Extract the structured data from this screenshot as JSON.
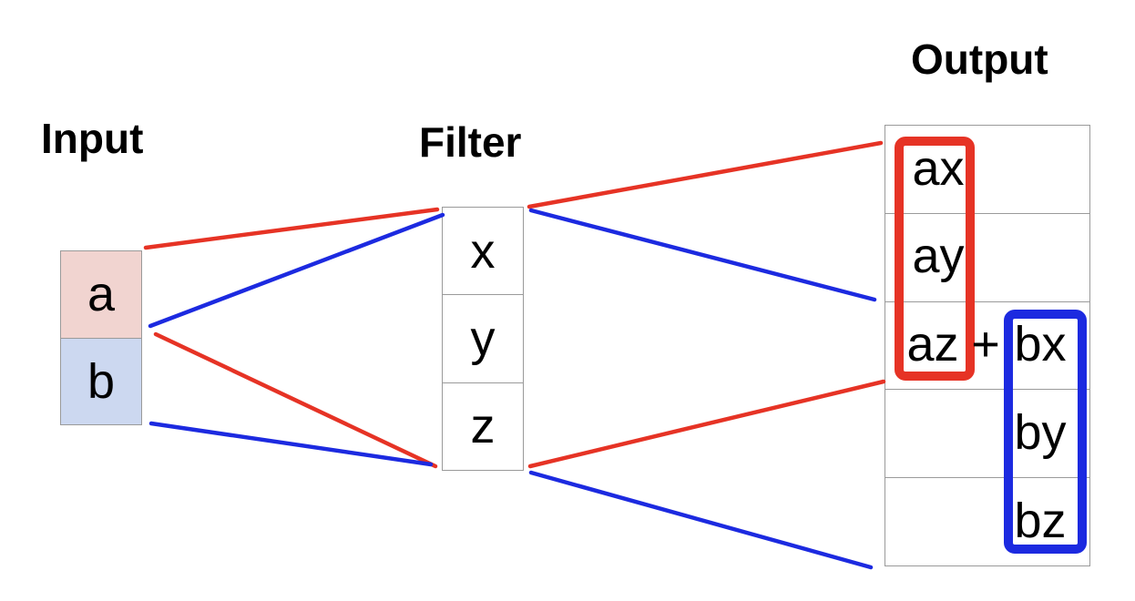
{
  "titles": {
    "input": "Input",
    "filter": "Filter",
    "output": "Output"
  },
  "input": {
    "cells": [
      {
        "label": "a"
      },
      {
        "label": "b"
      }
    ]
  },
  "filter": {
    "cells": [
      {
        "label": "x"
      },
      {
        "label": "y"
      },
      {
        "label": "z"
      }
    ]
  },
  "output": {
    "terms": {
      "ax": "ax",
      "ay": "ay",
      "az": "az",
      "plus": "+",
      "bx": "bx",
      "by": "by",
      "bz": "bz"
    },
    "row_count": 5
  },
  "colors": {
    "red": "#e63325",
    "blue": "#1c2ae0",
    "input_a_fill": "#f1d4d0",
    "input_b_fill": "#ccd8f0",
    "table_border": "#9a9a9a"
  }
}
